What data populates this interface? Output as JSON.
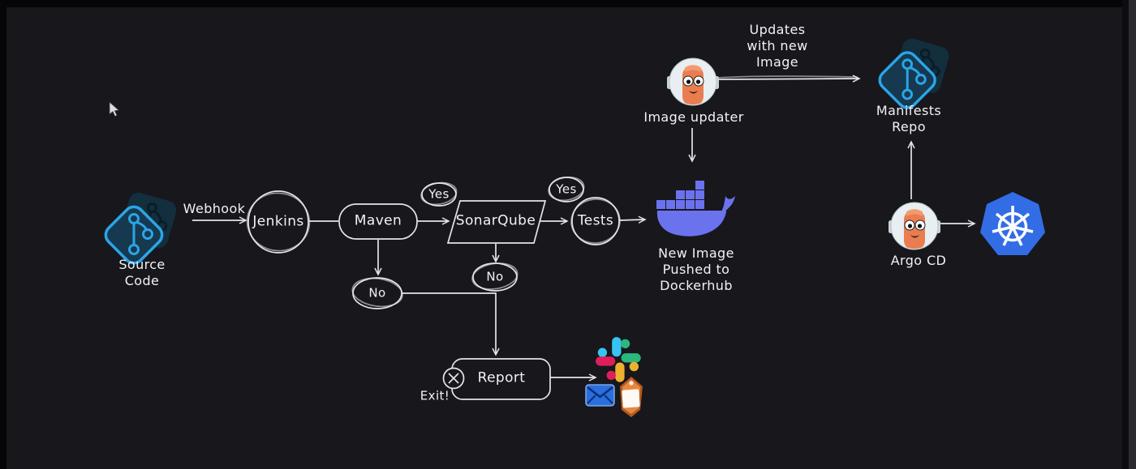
{
  "screen": {
    "background": "#17171c",
    "chrome_edge_dark": "#0d0d11",
    "chrome_edge_light": "#2a2a30"
  },
  "colors": {
    "stroke": "#e4e4ea",
    "text": "#f2f2f6",
    "docker_blue": "#6b72ee",
    "kubernetes_blue": "#326de6",
    "git_blue": "#2aa5e8",
    "git_dark_fill": "#132e3d",
    "slack_blue": "#36c5f0",
    "slack_green": "#2eb67d",
    "slack_yellow": "#ecb22e",
    "slack_red": "#e01e5a",
    "email_blue": "#2b6fdd",
    "gem_orange": "#e8873f",
    "avatar_face_orange": "#ea7d4f"
  },
  "nodes": {
    "source_code": {
      "label": "Source\nCode",
      "icon": "git-icon"
    },
    "jenkins": {
      "label": "Jenkins",
      "shape": "circle"
    },
    "maven": {
      "label": "Maven",
      "shape": "rounded-rectangle"
    },
    "sonarqube": {
      "label": "SonarQube",
      "shape": "parallelogram"
    },
    "tests": {
      "label": "Tests",
      "shape": "circle"
    },
    "dockerhub": {
      "label": "New Image\nPushed to\nDockerhub",
      "icon": "docker-whale-icon"
    },
    "report": {
      "label": "Report",
      "shape": "rounded-rectangle"
    },
    "image_updater": {
      "label": "Image updater",
      "icon": "argo-mascot-avatar"
    },
    "manifests_repo": {
      "label": "Manifests\nRepo",
      "icon": "git-icon"
    },
    "argo_cd": {
      "label": "Argo CD",
      "icon": "argo-mascot-avatar"
    },
    "kubernetes": {
      "icon": "kubernetes-icon"
    },
    "notification_targets": {
      "icons": [
        "slack-icon",
        "email-envelope-icon",
        "orange-gem-icon"
      ]
    }
  },
  "edge_labels": {
    "webhook": "Webhook",
    "yes_after_maven": "Yes",
    "yes_after_sonarqube": "Yes",
    "no_after_maven": "No",
    "no_after_sonarqube": "No",
    "exit": "Exit!",
    "updates_with_new_image": "Updates\nwith new\nImage"
  }
}
